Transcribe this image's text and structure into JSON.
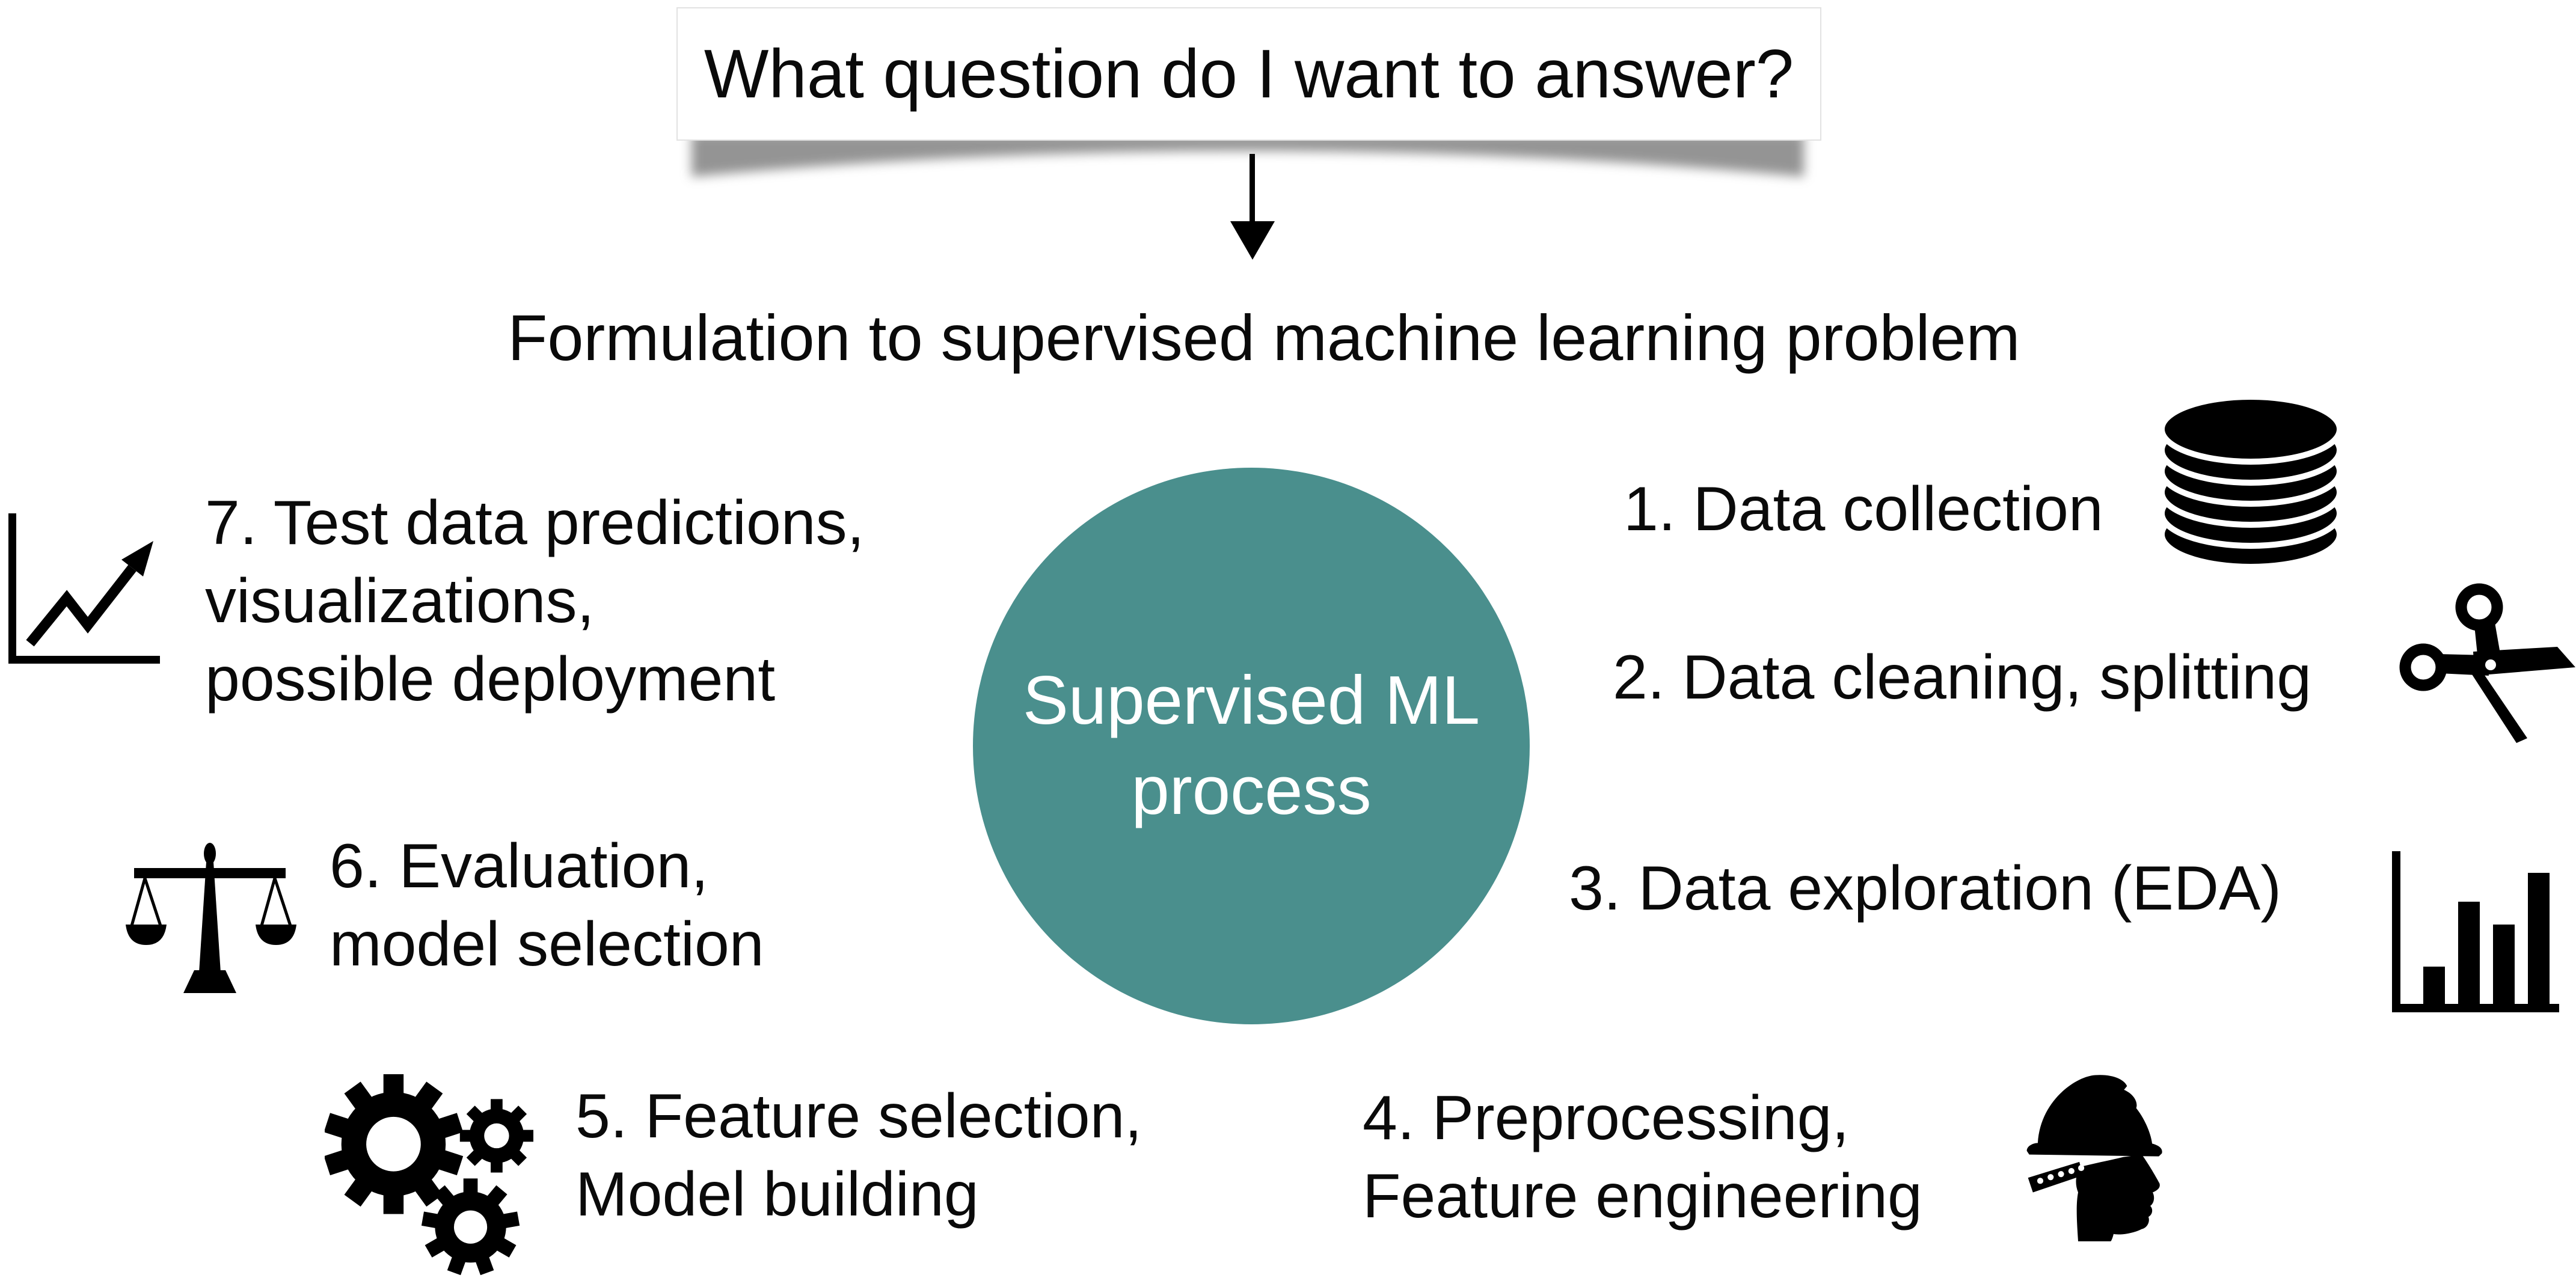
{
  "colors": {
    "accent_teal": "#4A8F8D",
    "text": "#0a0a0a",
    "background": "#ffffff"
  },
  "question_box": {
    "text": "What question do I want to answer?"
  },
  "flow": {
    "formulation_label": "Formulation to supervised machine learning problem"
  },
  "center_circle": {
    "line1": "Supervised ML",
    "line2": "process"
  },
  "steps": [
    {
      "icon": "database-icon",
      "lines": [
        "1. Data collection"
      ]
    },
    {
      "icon": "scissors-icon",
      "lines": [
        "2. Data cleaning, splitting"
      ]
    },
    {
      "icon": "bar-chart-icon",
      "lines": [
        "3. Data exploration (EDA)"
      ]
    },
    {
      "icon": "engineer-icon",
      "lines": [
        "4. Preprocessing,",
        "Feature engineering"
      ]
    },
    {
      "icon": "gears-icon",
      "lines": [
        "5. Feature selection,",
        "Model building"
      ]
    },
    {
      "icon": "balance-scale-icon",
      "lines": [
        "6. Evaluation,",
        "model selection"
      ]
    },
    {
      "icon": "line-chart-icon",
      "lines": [
        "7. Test data predictions,",
        "visualizations,",
        "possible deployment"
      ]
    }
  ]
}
